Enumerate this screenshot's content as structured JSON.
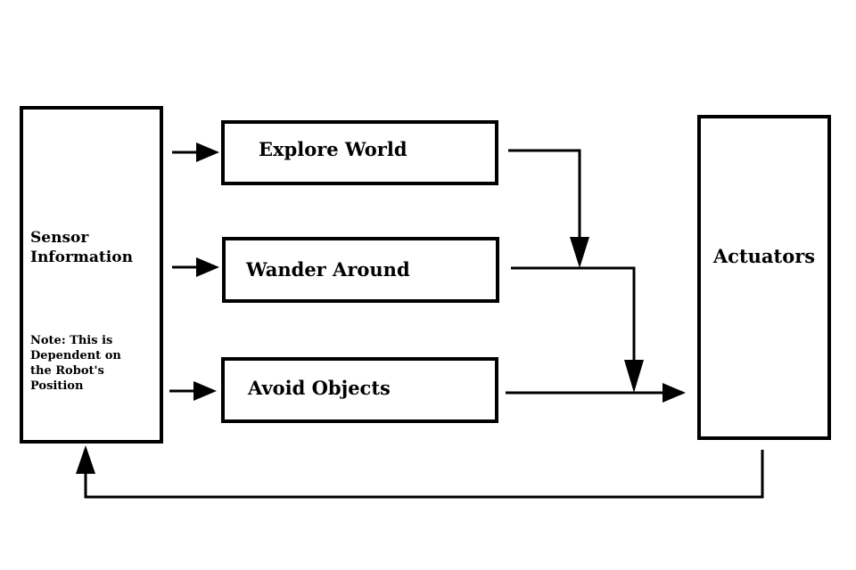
{
  "nodes": {
    "sensor": {
      "title_line1": "Sensor",
      "title_line2": "Information",
      "note_line1": "Note: This is",
      "note_line2": "Dependent on",
      "note_line3": "the Robot's",
      "note_line4": "Position"
    },
    "explore": {
      "label": "Explore World"
    },
    "wander": {
      "label": "Wander Around"
    },
    "avoid": {
      "label": "Avoid Objects"
    },
    "actuators": {
      "label": "Actuators"
    }
  }
}
